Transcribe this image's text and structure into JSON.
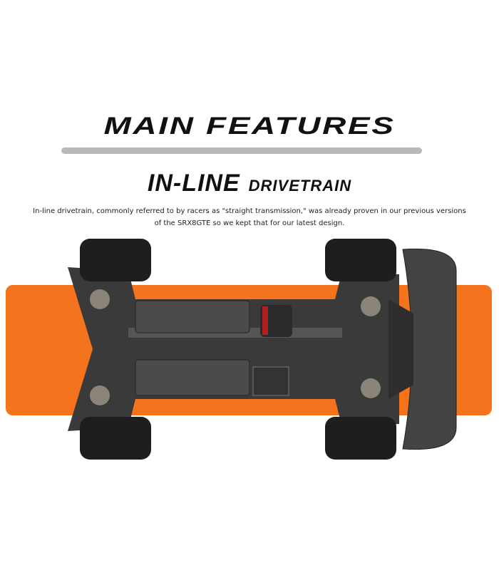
{
  "heading": "MAIN FEATURES",
  "subheading": {
    "main": "IN-LINE",
    "secondary": "DRIVETRAIN"
  },
  "description": "In-line drivetrain, commonly referred to by racers as \"straight transmission,\" was already proven in our previous versions of the SRX8GTE so we kept that for our latest design.",
  "colors": {
    "accent": "#f5731c",
    "divider": "#b9b9b9"
  }
}
